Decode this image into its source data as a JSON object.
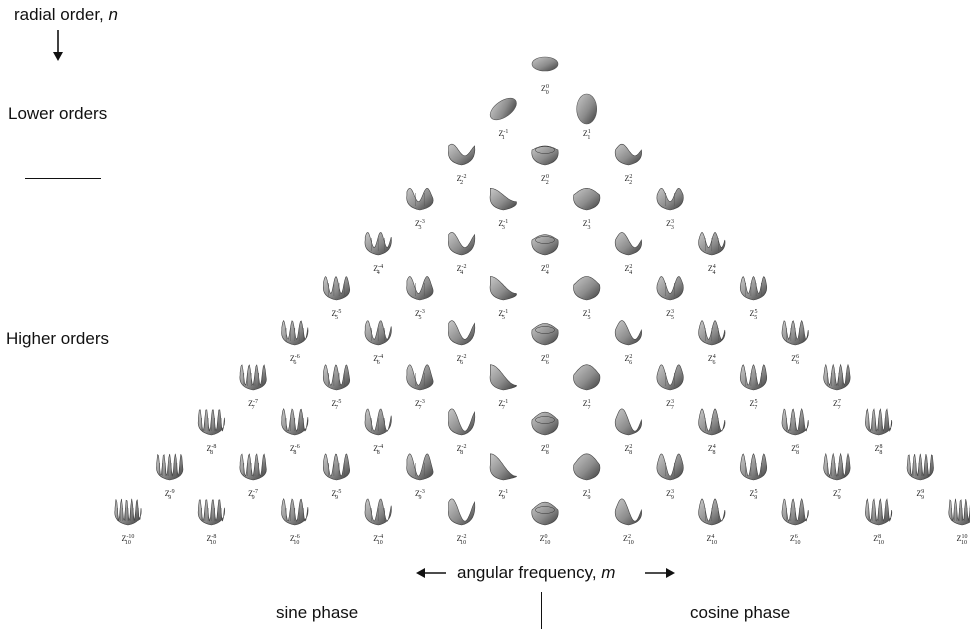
{
  "labels": {
    "radial_prefix": "radial order, ",
    "radial_var": "n",
    "lower_orders": "Lower orders",
    "higher_orders": "Higher orders",
    "angular_prefix": "angular frequency, ",
    "angular_var": "m",
    "sine_phase": "sine phase",
    "cosine_phase": "cosine phase"
  },
  "pyramid": {
    "symbol": "Z",
    "max_order": 10,
    "surface_color": "#8c8c8c"
  }
}
